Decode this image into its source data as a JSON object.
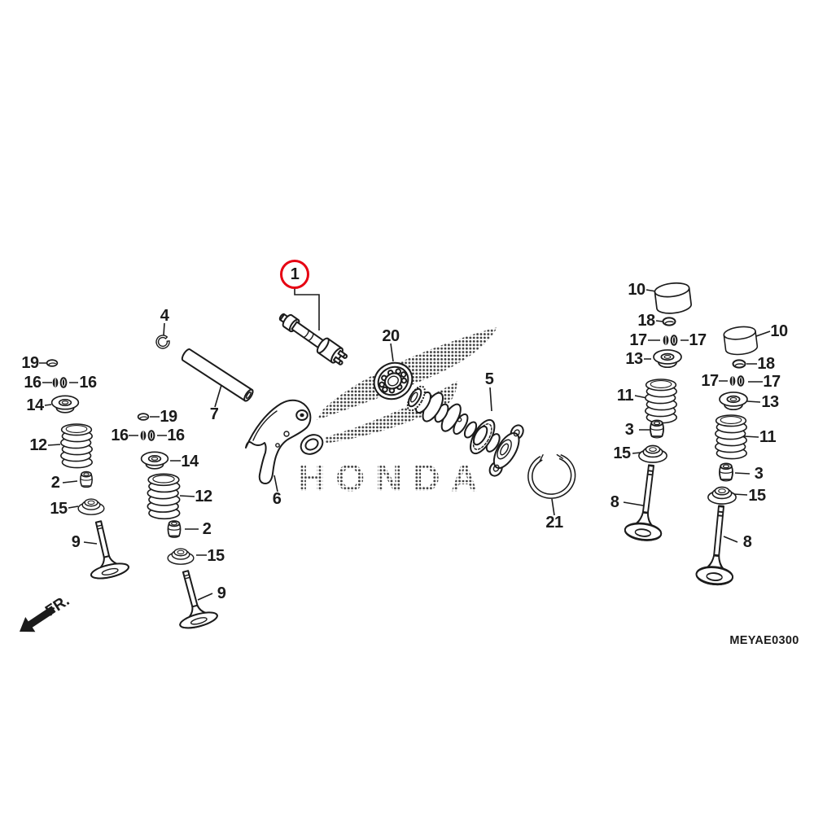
{
  "diagram": {
    "drawing_code": "MEYAE0300",
    "direction_label": "FR.",
    "watermark_text": "HONDA"
  },
  "colors": {
    "line": "#1b1b1b",
    "highlight": "#e60012",
    "background": "#ffffff",
    "watermark_dot": "#3d3d3d"
  },
  "callouts": {
    "intake_left": {
      "n19": "19",
      "n16_a": "16",
      "n16_b": "16",
      "n14": "14",
      "n12": "12",
      "n2": "2",
      "n15": "15",
      "n9": "9"
    },
    "intake_mid": {
      "n19": "19",
      "n16_a": "16",
      "n16_b": "16",
      "n14": "14",
      "n12": "12",
      "n2": "2",
      "n15": "15",
      "n9": "9"
    },
    "center": {
      "n1": "1",
      "n4": "4",
      "n7": "7",
      "n20": "20",
      "n5": "5",
      "n6": "6",
      "n21": "21"
    },
    "exhaust_inner": {
      "n10": "10",
      "n18": "18",
      "n17_a": "17",
      "n17_b": "17",
      "n13": "13",
      "n11": "11",
      "n3": "3",
      "n15": "15",
      "n8": "8"
    },
    "exhaust_outer": {
      "n10": "10",
      "n18": "18",
      "n17_a": "17",
      "n17_b": "17",
      "n13": "13",
      "n11": "11",
      "n3": "3",
      "n15": "15",
      "n8": "8"
    }
  }
}
